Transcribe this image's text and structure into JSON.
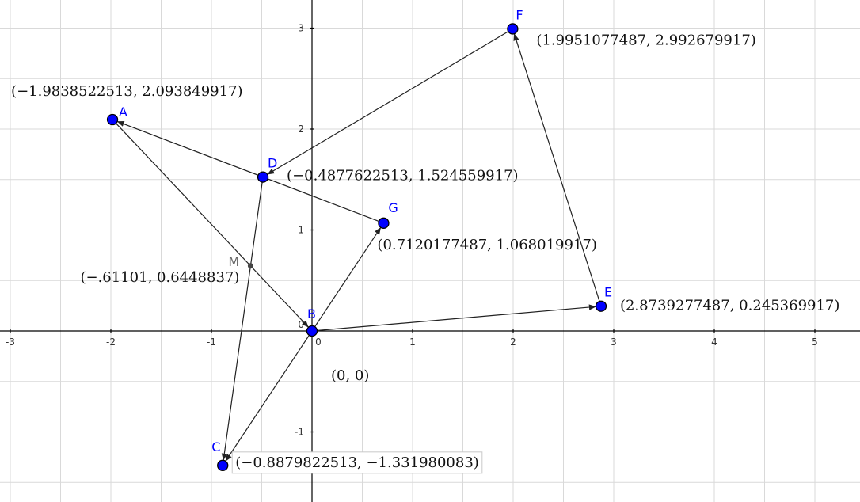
{
  "axes": {
    "x_ticks": [
      "-3",
      "-2",
      "-1",
      "0",
      "1",
      "2",
      "3",
      "4",
      "5"
    ],
    "y_ticks": [
      "-1",
      "1",
      "2",
      "3"
    ],
    "x_tick_values": [
      -3,
      -2,
      -1,
      0,
      1,
      2,
      3,
      4,
      5
    ],
    "y_tick_values": [
      -1,
      1,
      2,
      3
    ],
    "origin_label": "0",
    "xlim": [
      -3.05,
      5.45
    ],
    "ylim": [
      -1.65,
      3.3
    ]
  },
  "colors": {
    "point_fill": "#0000ff",
    "point_label": "#0000ff",
    "midpoint_fill": "#444444",
    "midpoint_label": "#666666",
    "vector": "#222222",
    "grid": "#d9d9d9"
  },
  "points": [
    {
      "id": "A",
      "label": "A",
      "x": -1.9838522513,
      "y": 2.093849917,
      "coord_text": "(−1.9838522513, 2.093849917)"
    },
    {
      "id": "B",
      "label": "B",
      "x": 0,
      "y": 0,
      "coord_text": "(0, 0)"
    },
    {
      "id": "C",
      "label": "C",
      "x": -0.8879822513,
      "y": -1.331980083,
      "coord_text": "(−0.8879822513, −1.331980083)"
    },
    {
      "id": "D",
      "label": "D",
      "x": -0.4877622513,
      "y": 1.524559917,
      "coord_text": "(−0.4877622513, 1.524559917)"
    },
    {
      "id": "E",
      "label": "E",
      "x": 2.8739277487,
      "y": 0.245369917,
      "coord_text": "(2.8739277487, 0.245369917)"
    },
    {
      "id": "F",
      "label": "F",
      "x": 1.9951077487,
      "y": 2.992679917,
      "coord_text": "(1.9951077487, 2.992679917)"
    },
    {
      "id": "G",
      "label": "G",
      "x": 0.7120177487,
      "y": 1.068019917,
      "coord_text": "(0.7120177487, 1.068019917)"
    },
    {
      "id": "M",
      "label": "M",
      "x": -0.61101,
      "y": 0.6448837,
      "coord_text": "(−.61101, 0.6448837)",
      "midpoint": true
    }
  ],
  "vectors": [
    {
      "from": "B",
      "to": "G"
    },
    {
      "from": "B",
      "to": "E"
    },
    {
      "from": "B",
      "to": "C"
    },
    {
      "from": "E",
      "to": "F"
    },
    {
      "from": "F",
      "to": "D"
    },
    {
      "from": "D",
      "to": "C"
    },
    {
      "from": "G",
      "to": "A"
    },
    {
      "from": "A",
      "to": "B"
    }
  ]
}
